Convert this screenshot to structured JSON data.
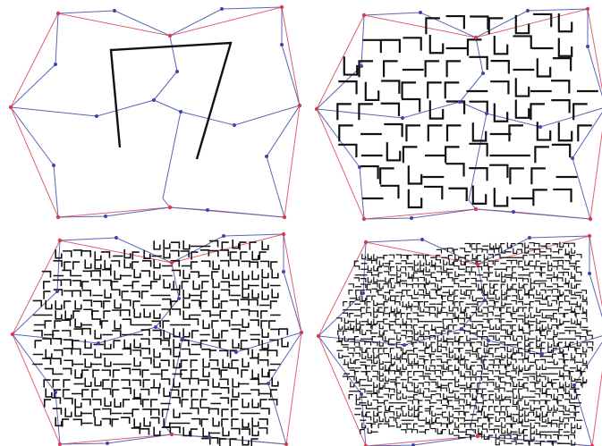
{
  "figure": {
    "panel_count": 4,
    "panels": [
      {
        "id": "iteration-1",
        "curve_density": "single"
      },
      {
        "id": "iteration-2",
        "curve_density": "low"
      },
      {
        "id": "iteration-3",
        "curve_density": "medium"
      },
      {
        "id": "iteration-4",
        "curve_density": "high"
      }
    ]
  },
  "colors": {
    "outline": "#e06070",
    "mesh": "#5a64b4",
    "curve": "#111111",
    "vertex_red": "#d83c4c",
    "vertex_blue": "#3c46aa",
    "background": "#ffffff"
  }
}
